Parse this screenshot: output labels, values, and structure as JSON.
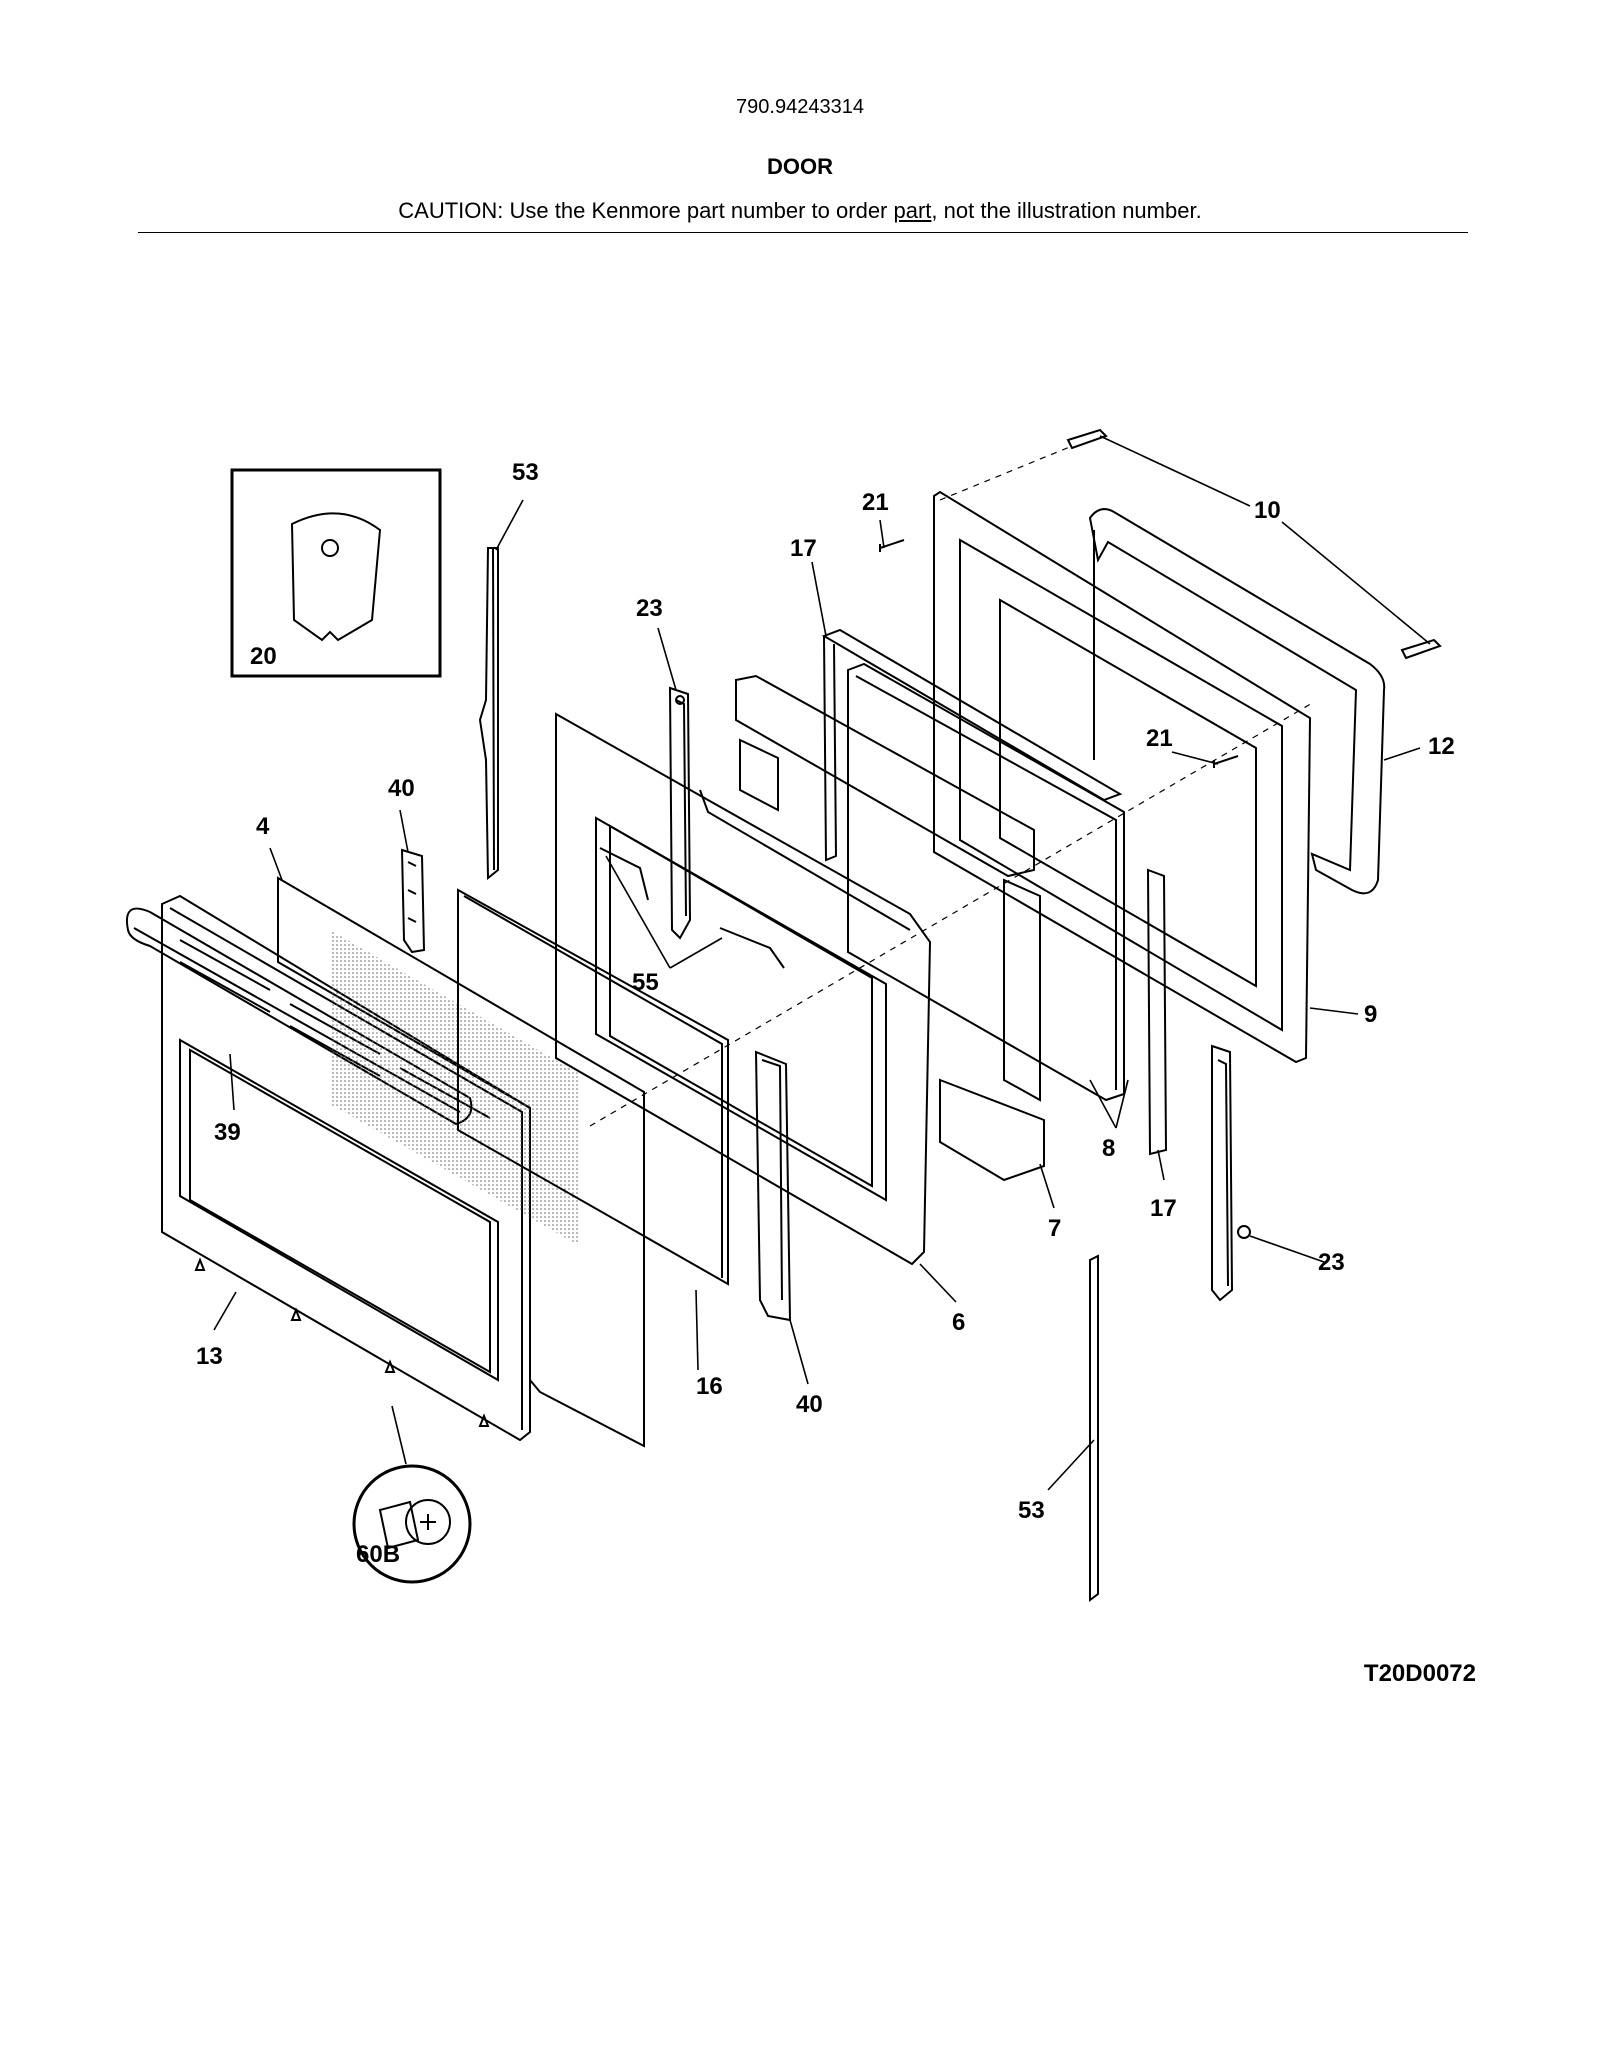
{
  "header": {
    "model_number": "790.94243314",
    "title": "DOOR",
    "caution_before": "CAUTION: Use the Kenmore part number to order ",
    "caution_underlined": "part",
    "caution_after": ", not the illustration number."
  },
  "diagram_code": "T20D0072",
  "callouts": {
    "c53_top": "53",
    "c20": "20",
    "c21_top": "21",
    "c17_top": "17",
    "c10": "10",
    "c23_top": "23",
    "c12": "12",
    "c21_mid": "21",
    "c40_top": "40",
    "c4": "4",
    "c55": "55",
    "c9": "9",
    "c39": "39",
    "c8": "8",
    "c17_bot": "17",
    "c7": "7",
    "c23_bot": "23",
    "c6": "6",
    "c13": "13",
    "c16": "16",
    "c40_bot": "40",
    "c53_bot": "53",
    "c60b": "60B"
  }
}
